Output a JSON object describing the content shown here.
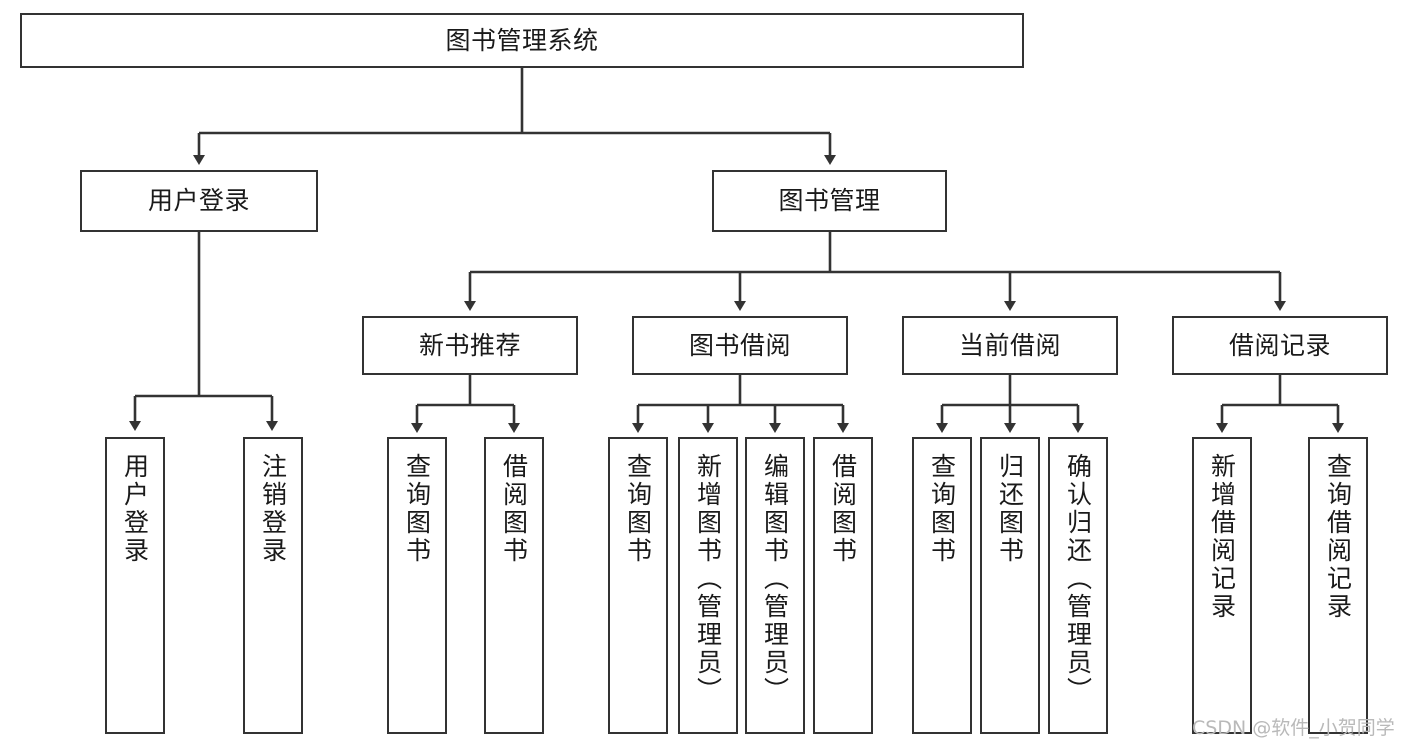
{
  "diagram": {
    "type": "tree-hierarchy",
    "title": "图书管理系统",
    "orientation": "top-down",
    "colors": {
      "box_border": "#333333",
      "box_fill": "#ffffff",
      "line": "#333333",
      "text": "#1a1a1a",
      "watermark": "#b9b9b9",
      "background": "#ffffff"
    },
    "watermark": "CSDN @软件_小贺同学",
    "levels": [
      {
        "level": 1,
        "nodes": [
          {
            "id": "root",
            "label": "图书管理系统"
          }
        ]
      },
      {
        "level": 2,
        "nodes": [
          {
            "id": "login",
            "label": "用户登录",
            "parent": "root"
          },
          {
            "id": "bookmgmt",
            "label": "图书管理",
            "parent": "root"
          }
        ]
      },
      {
        "level": 3,
        "nodes": [
          {
            "id": "newbook",
            "label": "新书推荐",
            "parent": "bookmgmt"
          },
          {
            "id": "borrow",
            "label": "图书借阅",
            "parent": "bookmgmt"
          },
          {
            "id": "current",
            "label": "当前借阅",
            "parent": "bookmgmt"
          },
          {
            "id": "records",
            "label": "借阅记录",
            "parent": "bookmgmt"
          }
        ]
      },
      {
        "level": 4,
        "nodes": [
          {
            "id": "leaf-1",
            "label": "用户登录",
            "parent": "login"
          },
          {
            "id": "leaf-2",
            "label": "注销登录",
            "parent": "login"
          },
          {
            "id": "leaf-3",
            "label": "查询图书",
            "parent": "newbook"
          },
          {
            "id": "leaf-4",
            "label": "借阅图书",
            "parent": "newbook"
          },
          {
            "id": "leaf-5",
            "label": "查询图书",
            "parent": "borrow"
          },
          {
            "id": "leaf-6",
            "label": "新增图书（管理员）",
            "parent": "borrow"
          },
          {
            "id": "leaf-7",
            "label": "编辑图书（管理员）",
            "parent": "borrow"
          },
          {
            "id": "leaf-8",
            "label": "借阅图书",
            "parent": "borrow"
          },
          {
            "id": "leaf-9",
            "label": "查询图书",
            "parent": "current"
          },
          {
            "id": "leaf-10",
            "label": "归还图书",
            "parent": "current"
          },
          {
            "id": "leaf-11",
            "label": "确认归还（管理员）",
            "parent": "current"
          },
          {
            "id": "leaf-12",
            "label": "新增借阅记录",
            "parent": "records"
          },
          {
            "id": "leaf-13",
            "label": "查询借阅记录",
            "parent": "records"
          }
        ]
      }
    ]
  }
}
